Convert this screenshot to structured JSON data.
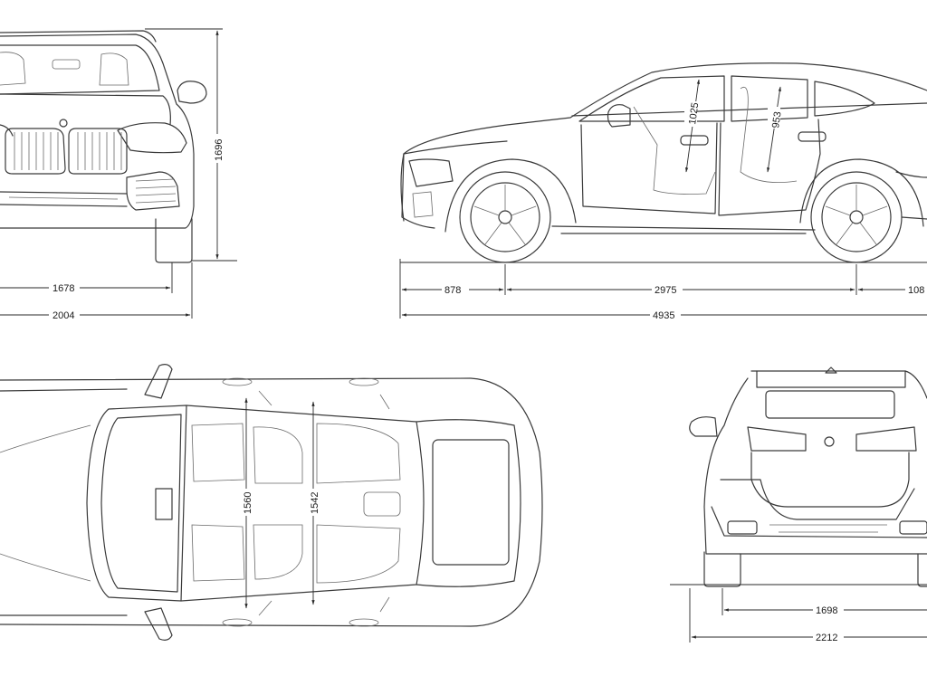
{
  "dimensions": {
    "front_track": "1678",
    "front_width_mirrors": "2004",
    "height": "1696",
    "front_overhang": "878",
    "wheelbase": "2975",
    "rear_overhang": "108",
    "length": "4935",
    "front_headroom": "1025",
    "rear_headroom": "953",
    "front_shoulder_width": "1560",
    "rear_shoulder_width": "1542",
    "rear_track": "1698",
    "rear_width_mirrors": "2212"
  },
  "colors": {
    "line": "#3a3a3a",
    "background": "#ffffff"
  }
}
